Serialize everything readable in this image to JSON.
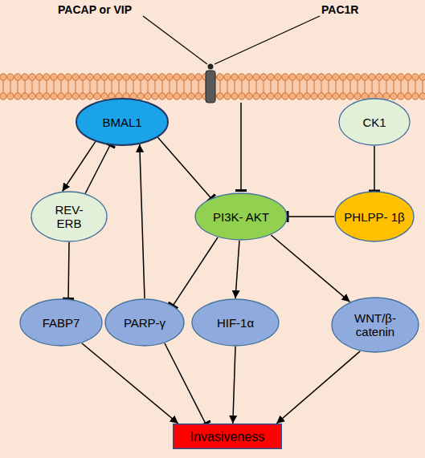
{
  "diagram": {
    "nodes": [
      {
        "text": [
          "BMAL1"
        ]
      },
      {
        "text": [
          "CK1"
        ]
      },
      {
        "text": [
          "REV- ERB"
        ]
      },
      {
        "text": [
          "PI3K- AKT"
        ]
      },
      {
        "text": [
          "PHLPP- 1β"
        ]
      },
      {
        "text": [
          "FABP7"
        ]
      },
      {
        "text": [
          "PARP-γ"
        ]
      },
      {
        "text": [
          "HIF-1α"
        ]
      },
      {
        "text": [
          "WNT/β- catenin"
        ]
      },
      {
        "text": [
          "Invasiveness"
        ]
      }
    ],
    "edges": [
      {
        "from": 0,
        "to": 2,
        "arrow": "to"
      },
      {
        "from": 2,
        "to": 0,
        "arrow": "to"
      },
      {
        "from": 0,
        "to": 3,
        "arrow": "to"
      },
      {
        "from": 6,
        "to": 0,
        "arrow": "to"
      },
      {
        "from": 1,
        "to": 4,
        "arrow": "to"
      },
      {
        "from": 4,
        "to": 3,
        "arrow": "to"
      },
      {
        "from": 3,
        "to": 6,
        "arrow": "to"
      },
      {
        "from": 3,
        "to": 7,
        "arrow": "to"
      },
      {
        "from": 3,
        "to": 8,
        "arrow": "to"
      },
      {
        "from": 2,
        "to": 5,
        "arrow": "to"
      },
      {
        "from": 5,
        "to": 9,
        "arrow": "to"
      },
      {
        "from": 6,
        "to": 9,
        "arrow": "to"
      },
      {
        "from": 7,
        "to": 9,
        "arrow": "to"
      },
      {
        "from": 8,
        "to": 9,
        "arrow": "to"
      }
    ],
    "labels": [
      "PACAP or VIP",
      "PAC1R"
    ]
  }
}
